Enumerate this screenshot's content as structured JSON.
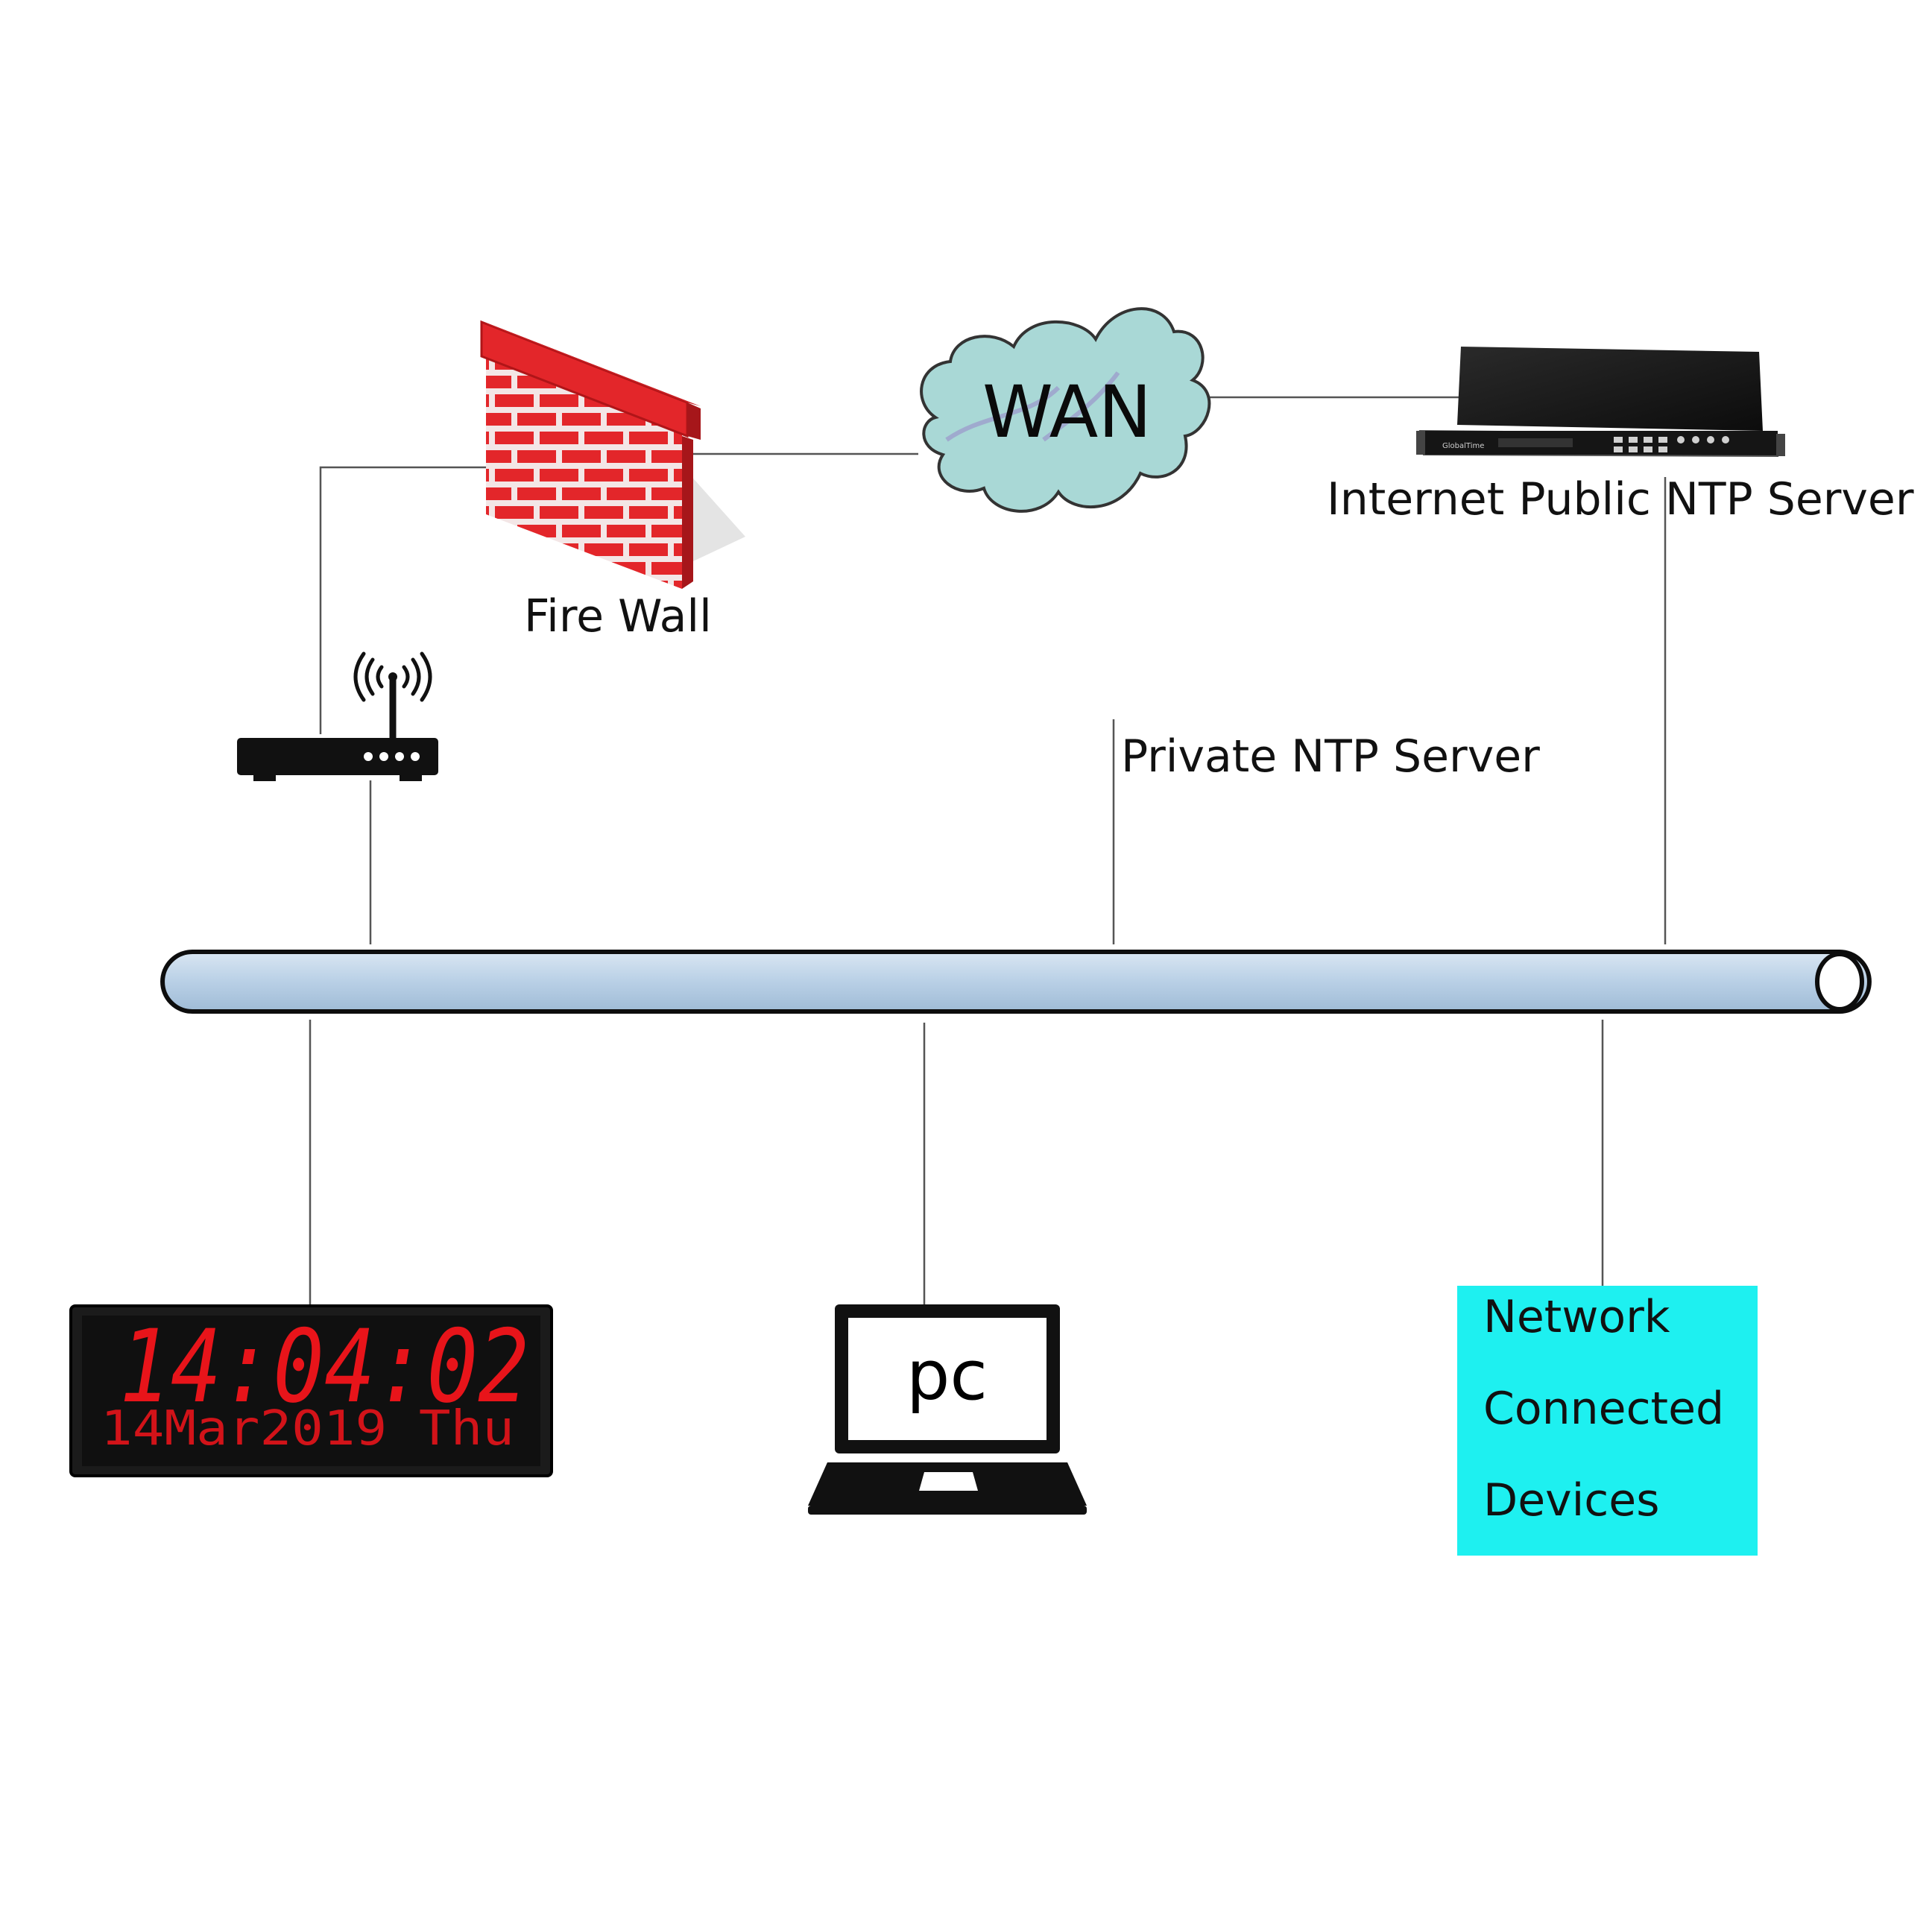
{
  "nodes": {
    "wan": {
      "label": "WAN"
    },
    "firewall": {
      "label": "Fire Wall"
    },
    "public_ntp": {
      "label": "Internet Public NTP Server",
      "brand": "GlobalTime"
    },
    "private_ntp": {
      "label": "Private NTP Server"
    },
    "router": {
      "label": ""
    },
    "clock": {
      "time": "14:04:02",
      "date": "14Mar2019 Thu"
    },
    "pc": {
      "label": "pc"
    },
    "devices": {
      "lines": [
        "Network",
        "Connected",
        "Devices"
      ]
    }
  },
  "colors": {
    "bus_fill": "#b9d0e6",
    "bus_stroke": "#0d0d0d",
    "cloud_fill": "#a9d8d6",
    "brick_red": "#e3262a",
    "devices_bg": "#1ef0f0",
    "clock_led": "#e8141a",
    "line": "#555555"
  }
}
